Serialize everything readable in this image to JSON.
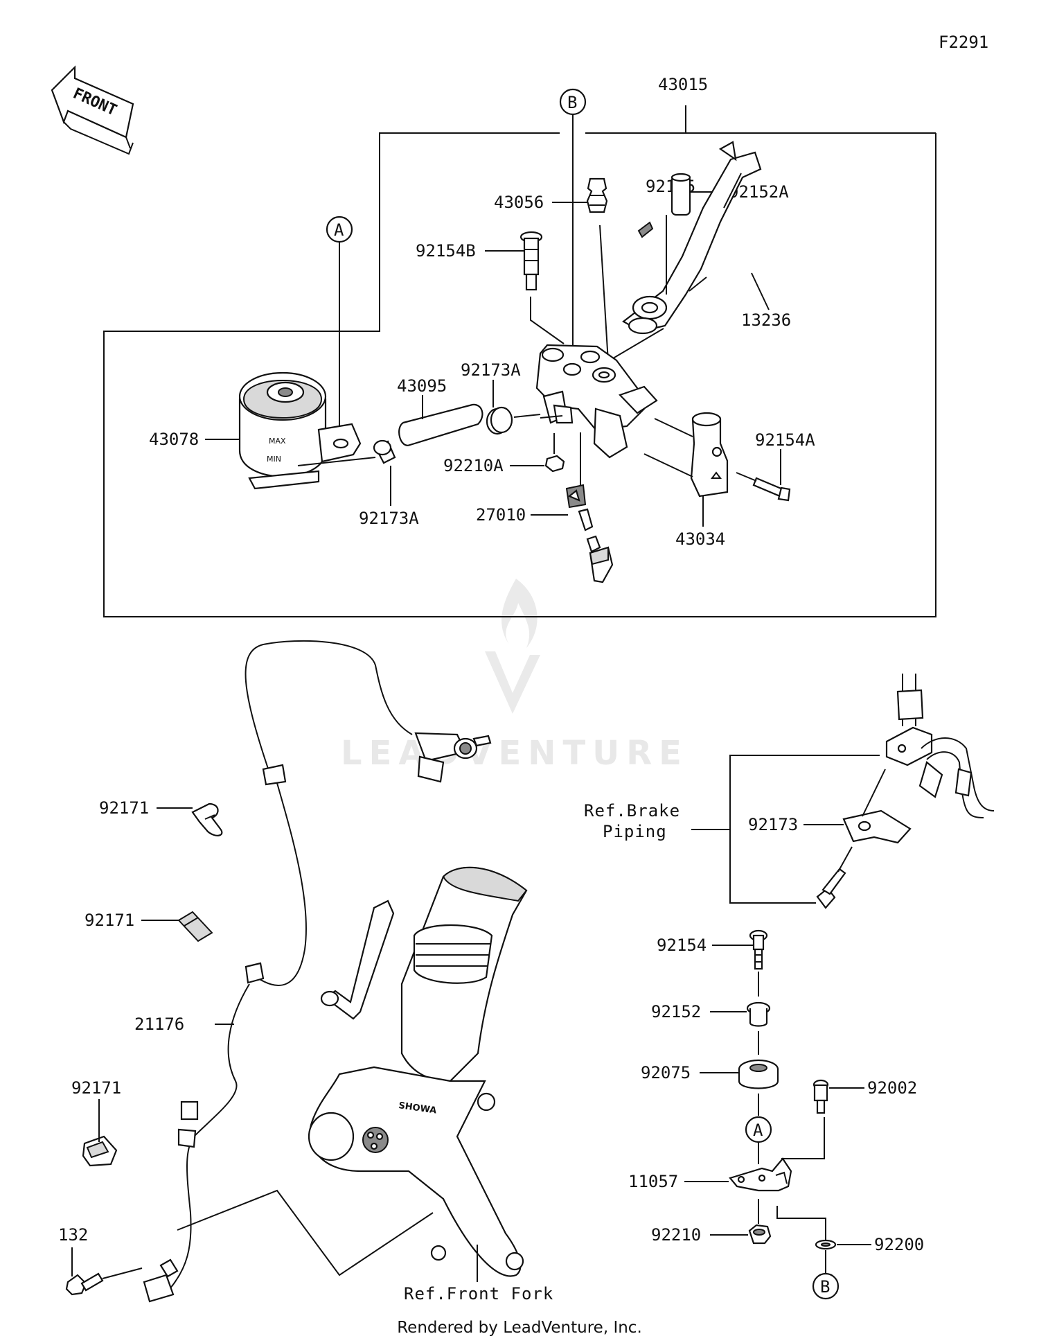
{
  "figure_id": "F2291",
  "front_label": "FRONT",
  "watermark": "LEADVENTURE",
  "footer": "Rendered by LeadVenture, Inc.",
  "callouts": {
    "a": "A",
    "b": "B"
  },
  "parts": {
    "p43015": "43015",
    "p43056": "43056",
    "p92145": "92145",
    "p92152A": "92152A",
    "p92154B": "92154B",
    "p13236": "13236",
    "p92173A_top": "92173A",
    "p43095": "43095",
    "p43078": "43078",
    "p92210A": "92210A",
    "p92154A": "92154A",
    "p92173A_bottom": "92173A",
    "p27010": "27010",
    "p43034": "43034",
    "p92171_a": "92171",
    "p92171_b": "92171",
    "p21176": "21176",
    "p92171_c": "92171",
    "p132": "132",
    "p92173": "92173",
    "p92154": "92154",
    "p92152": "92152",
    "p92075": "92075",
    "p92002": "92002",
    "p11057": "11057",
    "p92210": "92210",
    "p92200": "92200"
  },
  "references": {
    "brake_line1": "Ref.Brake",
    "brake_line2": "Piping",
    "front_fork": "Ref.Front Fork"
  }
}
